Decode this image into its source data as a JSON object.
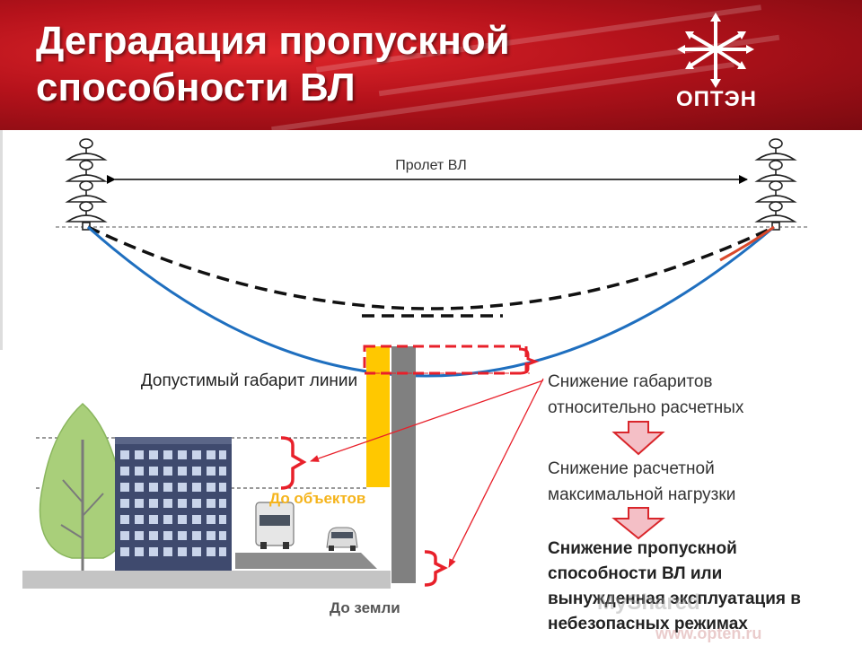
{
  "header": {
    "title_line1": "Деградация пропускной",
    "title_line2": "способности ВЛ",
    "logo_text": "ОПТЭН",
    "bg_color": "#c4161c"
  },
  "diagram": {
    "span_label": "Пролет ВЛ",
    "allowed_clearance_label": "Допустимый габарит линии",
    "to_objects_label": "До объектов",
    "to_ground_label": "До земли",
    "colors": {
      "actual_wire": "#1f6fbf",
      "design_sag": "#000000",
      "clearance_bar": "#ffc800",
      "pole": "#808080",
      "bracket": "#e8202a",
      "arrow": "#e8202a",
      "down_arrow_fill": "#f4bfc6",
      "down_arrow_stroke": "#d9262b"
    }
  },
  "steps": [
    {
      "text": "Снижение габаритов относительно расчетных"
    },
    {
      "text": "Снижение расчетной максимальной нагрузки"
    },
    {
      "text": "Снижение пропускной способности ВЛ или вынужденная эксплуатация в небезопасных режимах"
    }
  ],
  "watermark": {
    "line1": "MyShared",
    "line2": "www.opten.ru"
  }
}
